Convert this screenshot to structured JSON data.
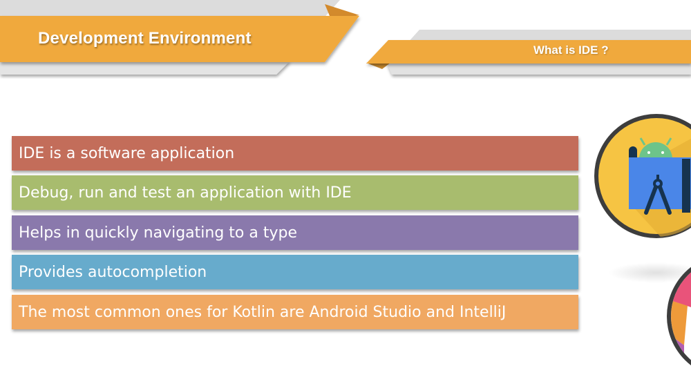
{
  "header": {
    "title": "Development Environment",
    "subtitle": "What is IDE ?",
    "accent_color": "#F0A93E",
    "accent_dark_color": "#D38A2C",
    "band_gray_color": "#DCDCDC"
  },
  "bullets": [
    {
      "text": "IDE is a software application",
      "color": "#C36D5A"
    },
    {
      "text": "Debug, run and test an application with IDE",
      "color": "#A8BC6E"
    },
    {
      "text": "Helps in quickly navigating to a type",
      "color": "#8A79AC"
    },
    {
      "text": "Provides autocompletion",
      "color": "#67ABCC"
    },
    {
      "text": "The most common ones for Kotlin are Android Studio and IntelliJ",
      "color": "#F0A862"
    }
  ],
  "icons": [
    {
      "name": "android-studio-icon",
      "background": "#F6C443"
    },
    {
      "name": "intellij-icon"
    }
  ]
}
